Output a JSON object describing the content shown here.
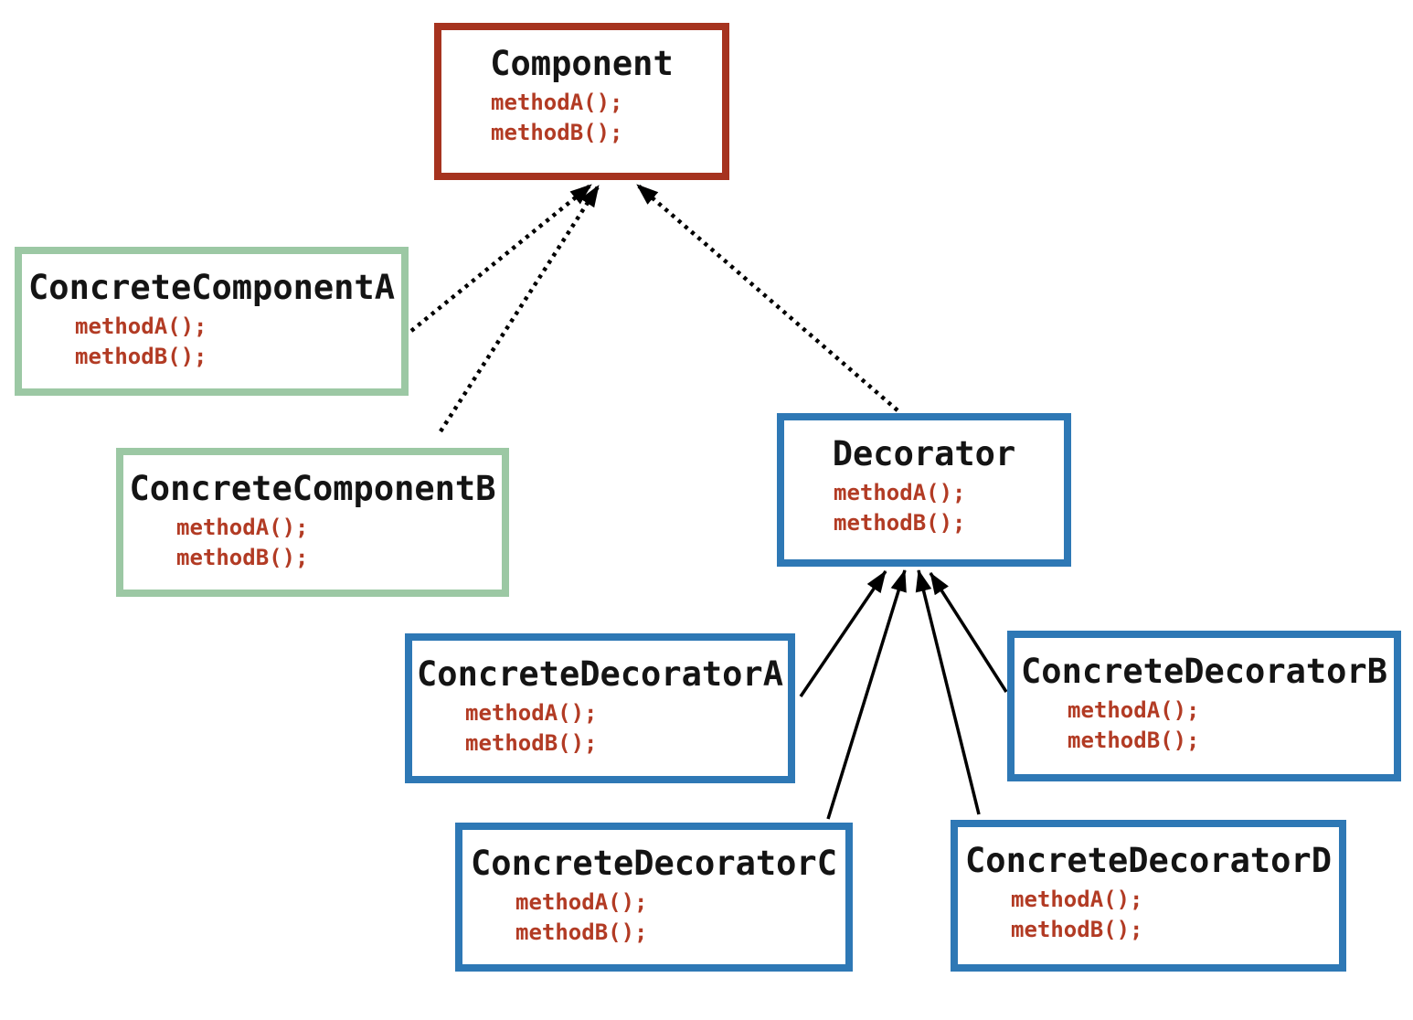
{
  "diagram": {
    "pattern": "Decorator",
    "background": "#FFFFFF"
  },
  "colors": {
    "component_border_red": "#A6331F",
    "concrete_component_border_green": "#9CC8A4",
    "decorator_border_blue": "#2E78B5",
    "class_title_text": "#141414",
    "method_text_red": "#B23B24",
    "arrow_black": "#000000"
  },
  "classes": [
    {
      "id": "component",
      "name": "Component",
      "methods": [
        "methodA();",
        "methodB();"
      ],
      "border": "red"
    },
    {
      "id": "concrete-component-a",
      "name": "ConcreteComponentA",
      "methods": [
        "methodA();",
        "methodB();"
      ],
      "border": "green"
    },
    {
      "id": "concrete-component-b",
      "name": "ConcreteComponentB",
      "methods": [
        "methodA();",
        "methodB();"
      ],
      "border": "green"
    },
    {
      "id": "decorator",
      "name": "Decorator",
      "methods": [
        "methodA();",
        "methodB();"
      ],
      "border": "blue"
    },
    {
      "id": "concrete-decorator-a",
      "name": "ConcreteDecoratorA",
      "methods": [
        "methodA();",
        "methodB();"
      ],
      "border": "blue"
    },
    {
      "id": "concrete-decorator-b",
      "name": "ConcreteDecoratorB",
      "methods": [
        "methodA();",
        "methodB();"
      ],
      "border": "blue"
    },
    {
      "id": "concrete-decorator-c",
      "name": "ConcreteDecoratorC",
      "methods": [
        "methodA();",
        "methodB();"
      ],
      "border": "blue"
    },
    {
      "id": "concrete-decorator-d",
      "name": "ConcreteDecoratorD",
      "methods": [
        "methodA();",
        "methodB();"
      ],
      "border": "blue"
    }
  ],
  "relationships": [
    {
      "from": "ConcreteComponentA",
      "to": "Component",
      "line": "dotted",
      "arrowhead": "filled-black"
    },
    {
      "from": "ConcreteComponentB",
      "to": "Component",
      "line": "dotted",
      "arrowhead": "filled-black"
    },
    {
      "from": "Decorator",
      "to": "Component",
      "line": "dotted",
      "arrowhead": "filled-black"
    },
    {
      "from": "ConcreteDecoratorA",
      "to": "Decorator",
      "line": "solid",
      "arrowhead": "filled-black"
    },
    {
      "from": "ConcreteDecoratorC",
      "to": "Decorator",
      "line": "solid",
      "arrowhead": "filled-black"
    },
    {
      "from": "ConcreteDecoratorD",
      "to": "Decorator",
      "line": "solid",
      "arrowhead": "filled-black"
    },
    {
      "from": "ConcreteDecoratorB",
      "to": "Decorator",
      "line": "solid",
      "arrowhead": "filled-black"
    }
  ]
}
